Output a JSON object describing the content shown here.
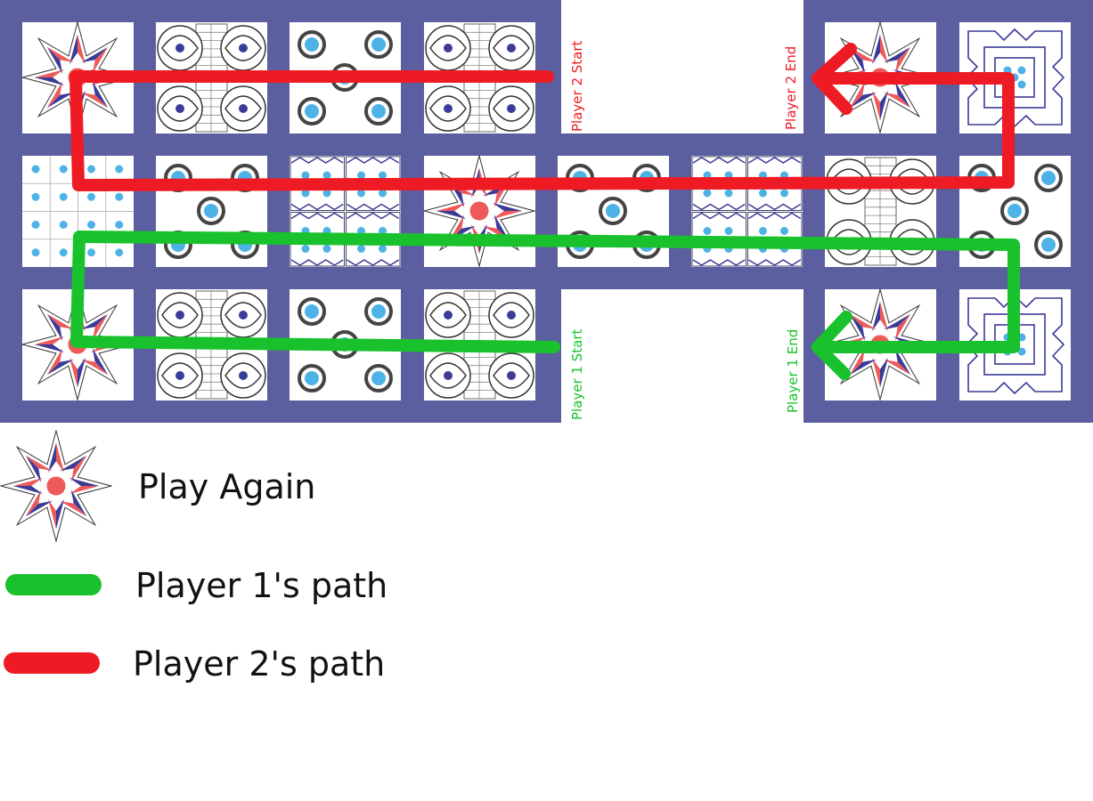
{
  "board": {
    "frame_color": "#5b5f9f",
    "tiles": [
      {
        "pattern": "rosette"
      },
      {
        "pattern": "eyes"
      },
      {
        "pattern": "five-dots"
      },
      {
        "pattern": "eyes"
      },
      {
        "pattern": "rosette"
      },
      {
        "pattern": "maze"
      },
      {
        "pattern": "grid-dots"
      },
      {
        "pattern": "five-dots"
      },
      {
        "pattern": "zigzag"
      },
      {
        "pattern": "rosette"
      },
      {
        "pattern": "five-dots"
      },
      {
        "pattern": "zigzag"
      },
      {
        "pattern": "eyes"
      },
      {
        "pattern": "five-dots"
      },
      {
        "pattern": "rosette"
      },
      {
        "pattern": "eyes"
      },
      {
        "pattern": "five-dots"
      },
      {
        "pattern": "eyes"
      },
      {
        "pattern": "rosette"
      },
      {
        "pattern": "maze"
      }
    ]
  },
  "labels": {
    "p2_start": "Player 2 Start",
    "p2_end": "Player 2 End",
    "p1_start": "Player 1 Start",
    "p1_end": "Player 1 End"
  },
  "colors": {
    "player1": "#19c22c",
    "player2": "#ee1b24",
    "rosette_red": "#ee5a5a",
    "rosette_blue": "#3b3b98",
    "dot_blue": "#4db3e6"
  },
  "legend": {
    "play_again": "Play Again",
    "player1_path": "Player 1's path",
    "player2_path": "Player 2's path"
  }
}
